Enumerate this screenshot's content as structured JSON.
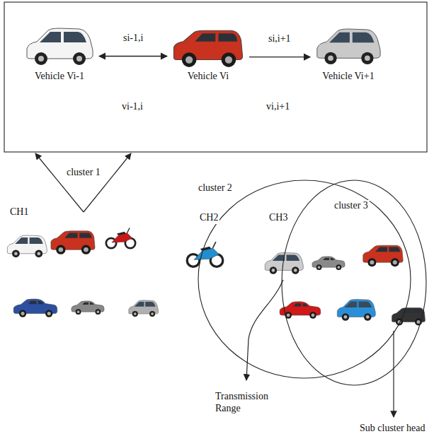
{
  "diagram": {
    "nodes": [
      {
        "text": [
          "Vehicle Vi-1"
        ]
      },
      {
        "text": [
          "Vehicle Vi"
        ]
      },
      {
        "text": [
          "Vehicle Vi+1"
        ]
      }
    ],
    "edges": [
      {
        "from": 0,
        "to": 1,
        "arrow": "both",
        "label": "si-1,i"
      },
      {
        "from": 1,
        "to": 2,
        "arrow": "to",
        "label": "si,i+1"
      }
    ],
    "labels": [
      "vi-1,i",
      "vi,i+1",
      "cluster 1",
      "CH1",
      "cluster 2",
      "CH2",
      "CH3",
      "cluster 3",
      "Transmission Range",
      "Sub cluster head"
    ]
  }
}
